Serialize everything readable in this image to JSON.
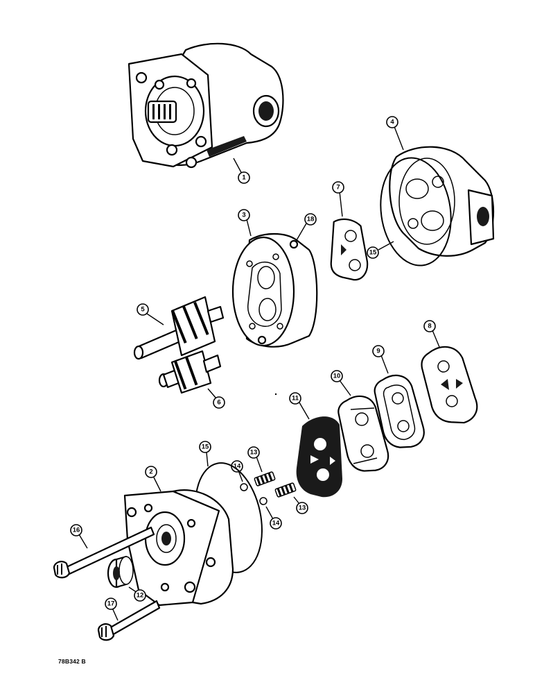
{
  "figure": {
    "reference_code": "78B342 B",
    "callouts": [
      {
        "id": "c1",
        "label": "1"
      },
      {
        "id": "c2",
        "label": "2"
      },
      {
        "id": "c3",
        "label": "3"
      },
      {
        "id": "c4",
        "label": "4"
      },
      {
        "id": "c5",
        "label": "5"
      },
      {
        "id": "c6",
        "label": "6"
      },
      {
        "id": "c7",
        "label": "7"
      },
      {
        "id": "c8",
        "label": "8"
      },
      {
        "id": "c9",
        "label": "9"
      },
      {
        "id": "c10",
        "label": "10"
      },
      {
        "id": "c11",
        "label": "11"
      },
      {
        "id": "c12",
        "label": "12"
      },
      {
        "id": "c13a",
        "label": "13"
      },
      {
        "id": "c13b",
        "label": "13"
      },
      {
        "id": "c14a",
        "label": "14"
      },
      {
        "id": "c14b",
        "label": "14"
      },
      {
        "id": "c15a",
        "label": "15"
      },
      {
        "id": "c15b",
        "label": "15"
      },
      {
        "id": "c16",
        "label": "16"
      },
      {
        "id": "c17",
        "label": "17"
      },
      {
        "id": "c18",
        "label": "18"
      }
    ]
  }
}
